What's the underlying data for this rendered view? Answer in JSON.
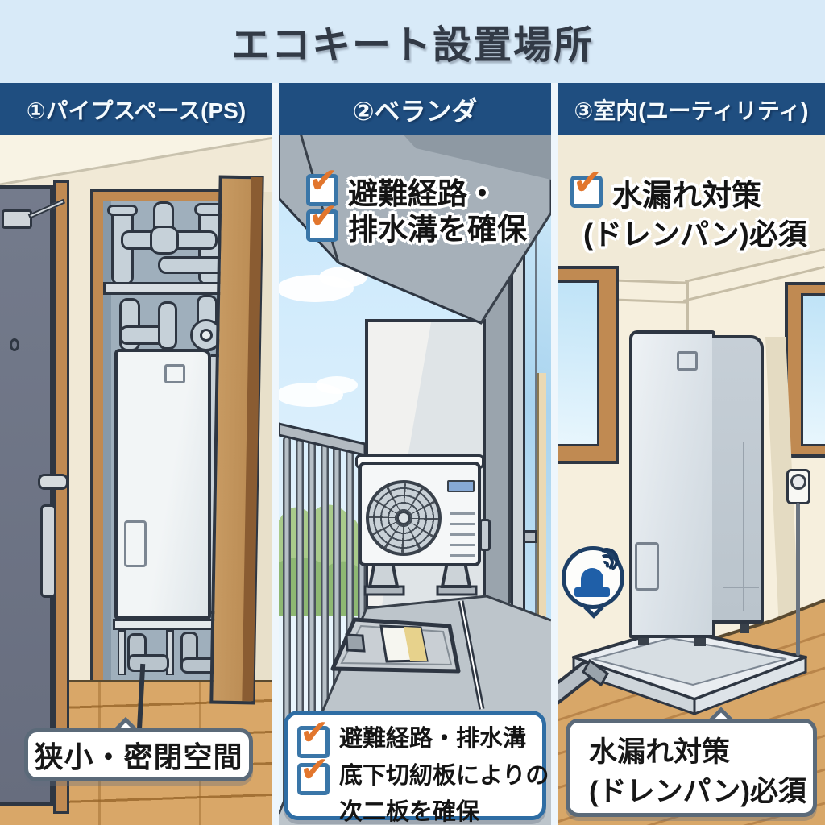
{
  "title": "エコキート設置場所",
  "icons": {
    "check": "✔"
  },
  "colors": {
    "title_bg": "#d8eaf8",
    "header_bg": "#1f4e80",
    "header_text": "#f4fafd",
    "checkbox_blue": "#3a76a8",
    "check_orange": "#e2762d",
    "callout_blue_border": "#2e6da4",
    "callout_gray_border": "#5b6a79"
  },
  "panels": [
    {
      "header": "①パイプスペース(PS)",
      "callout": "狭小・密閉空間"
    },
    {
      "header": "②ベランダ",
      "top_checklist": [
        "避難経路・",
        "排水溝を確保"
      ],
      "bottom_checklist": {
        "line1": "避難経路・排水溝",
        "line2": "底下切紉板によりの",
        "line3": "次二板を確保"
      }
    },
    {
      "header": "③室内(ユーティリティ)",
      "top_checklist": [
        "水漏れ対策",
        "(ドレンパン)必須"
      ],
      "callout_lines": [
        "水漏れ対策",
        "(ドレンパン)必須"
      ]
    }
  ]
}
